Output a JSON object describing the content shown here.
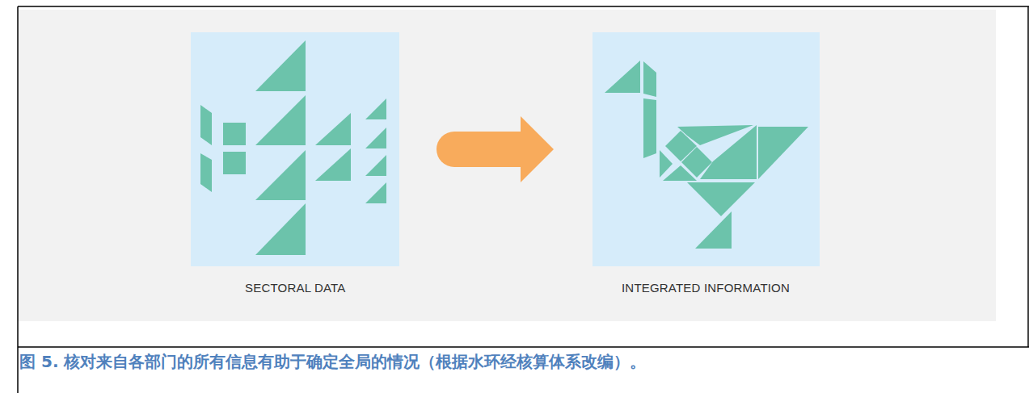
{
  "diagram": {
    "caption": "图 5. 核对来自各部门的所有信息有助于确定全局的情况（根据水环经核算体系改编）。",
    "nodes": [
      {
        "text": [
          "SECTORAL DATA"
        ]
      },
      {
        "text": [
          "INTEGRATED INFORMATION"
        ]
      }
    ],
    "edges": [
      {
        "from": 0,
        "to": 1,
        "arrow": "to"
      }
    ]
  }
}
